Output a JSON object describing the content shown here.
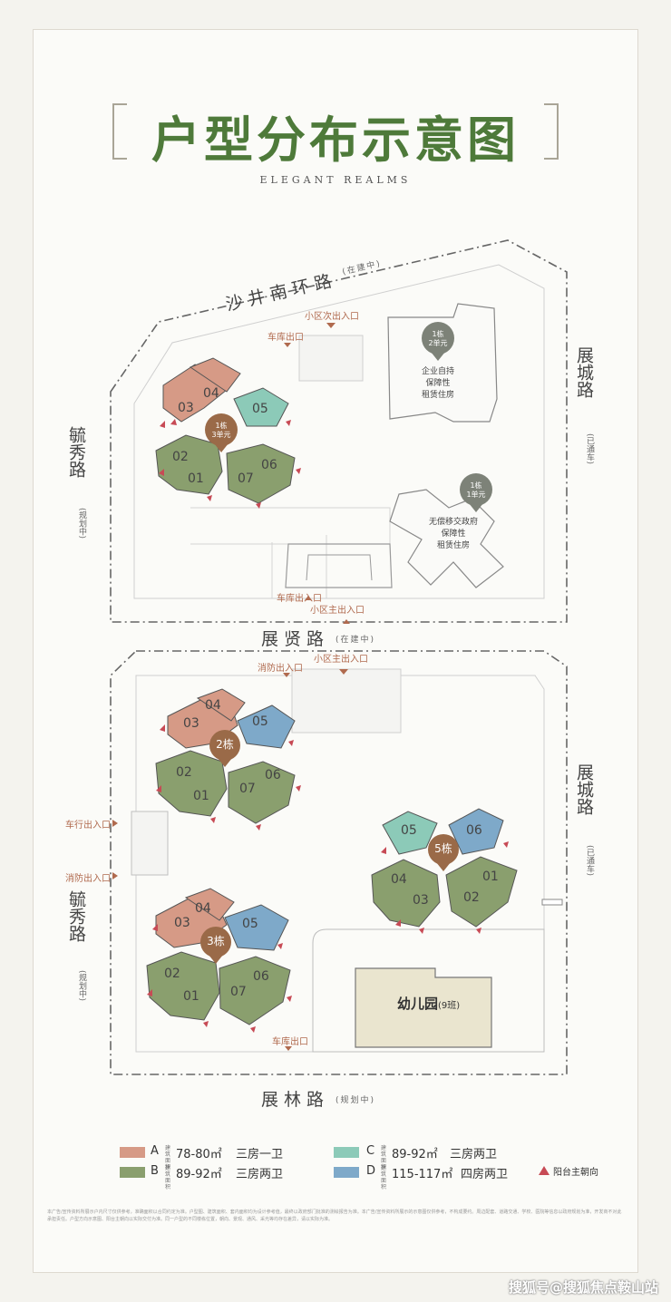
{
  "title": "户型分布示意图",
  "subtitle": "ELEGANT REALMS",
  "roads": {
    "north_top": "沙井南环路",
    "north_top_note": "(在建中)",
    "east_top": "展城路",
    "east_top_note": "(已通车)",
    "west_top": "毓秀路",
    "west_top_note": "(规划中)",
    "middle": "展贤路",
    "middle_note": "(在建中)",
    "east_bottom": "展城路",
    "east_bottom_note": "(已通车)",
    "west_bottom": "毓秀路",
    "west_bottom_note": "(规划中)",
    "south": "展林路",
    "south_note": "(规划中)"
  },
  "entrances": {
    "top_secondary": "小区次出入口",
    "top_garage": "车库出口",
    "top_garage_entry": "车库出入口",
    "top_main": "小区主出入口",
    "bottom_main": "小区主出入口",
    "bottom_fire_top": "消防出入口",
    "bottom_vehicle": "车行出入口",
    "bottom_fire_left": "消防出入口",
    "bottom_garage": "车库出口"
  },
  "buildings": {
    "b1_2": {
      "marker": "1栋\n2单元",
      "line1": "1栋",
      "line2": "2单元",
      "desc1": "企业自持",
      "desc2": "保障性",
      "desc3": "租赁住房"
    },
    "b1_1": {
      "marker": "1栋\n1单元",
      "line1": "1栋",
      "line2": "1单元",
      "desc1": "无偿移交政府",
      "desc2": "保障性",
      "desc3": "租赁住房"
    },
    "b1_3": {
      "line1": "1栋",
      "line2": "3单元"
    },
    "b2": {
      "label": "2栋"
    },
    "b3": {
      "label": "3栋"
    },
    "b5": {
      "label": "5栋"
    },
    "kindergarten": {
      "name": "幼儿园",
      "note": "(9班)"
    }
  },
  "units": {
    "u01": "01",
    "u02": "02",
    "u03": "03",
    "u04": "04",
    "u05": "05",
    "u06": "06",
    "u07": "07"
  },
  "colors": {
    "A": "#d69a86",
    "B": "#8a9f6e",
    "C": "#8ccab8",
    "D": "#7ea9c9",
    "marker_gray": "#7d8278",
    "marker_brown": "#9a6a48",
    "balcony": "#c74a55",
    "title": "#4e7a3a"
  },
  "legend": [
    {
      "code": "A",
      "area_label": "建筑\n面积",
      "area": "78-80㎡",
      "type": "三房一卫",
      "color": "#d69a86"
    },
    {
      "code": "B",
      "area_label": "建筑\n面积",
      "area": "89-92㎡",
      "type": "三房两卫",
      "color": "#8a9f6e"
    },
    {
      "code": "C",
      "area_label": "建筑\n面积",
      "area": "89-92㎡",
      "type": "三房两卫",
      "color": "#8ccab8"
    },
    {
      "code": "D",
      "area_label": "建筑\n面积",
      "area": "115-117㎡",
      "type": "四房两卫",
      "color": "#7ea9c9"
    }
  ],
  "legend_balcony": "阳台主朝向",
  "disclaimer": "本广告/宣传资料所展示户内尺寸仅供参考，准确面积以合同约定为准。户型图、建筑面积、套内面积均为设计参考值，最终以政府部门批准的测绘报告为准。本广告/宣传资料所展示的示意图仅供参考，不构成要约。周边配套、道路交通、学校、医院等信息以政府规划为准，开发商不对此承担责任。户型方向示意图、阳台主朝向以实际交付为准。同一户型的不同楼栋位置，朝向、景观、通风、采光等均存在差异，请以实际为准。",
  "watermark": "搜狐号@搜狐焦点鞍山站"
}
